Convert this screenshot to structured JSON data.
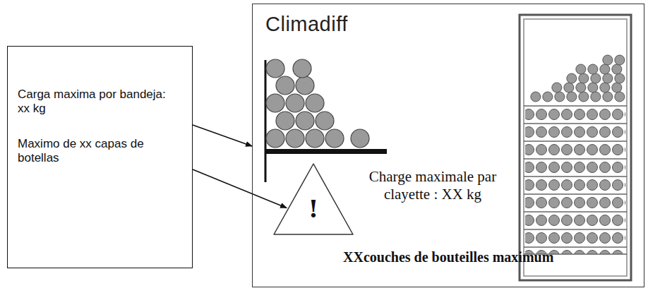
{
  "diagram": {
    "nodes": [
      {
        "text": [
          "Carga maxima por bandeja: xx kg",
          "Maximo de xx capas de botellas"
        ]
      },
      {
        "text": [
          "Climadiff",
          "Charge maximale par clayette : XX kg",
          "XXcouches de bouteilles maximum"
        ]
      },
      {
        "text": [
          "!"
        ],
        "in": 1
      }
    ],
    "edges": [
      {
        "from": 0,
        "to": 1,
        "arrow": "to"
      },
      {
        "from": 0,
        "to": 2,
        "arrow": "to"
      }
    ]
  }
}
